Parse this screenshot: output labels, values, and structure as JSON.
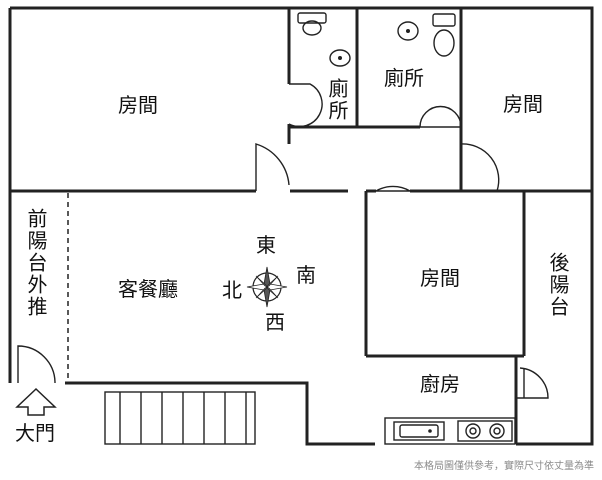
{
  "rooms": {
    "room_top_left": "房間",
    "toilet_small": "廁所",
    "toilet_large": "廁所",
    "room_top_right": "房間",
    "front_balcony": "前陽台外推",
    "living_dining": "客餐廳",
    "room_center": "房間",
    "rear_balcony": "後陽台",
    "kitchen": "廚房",
    "entrance": "大門"
  },
  "compass": {
    "east": "東",
    "south": "南",
    "west": "西",
    "north": "北"
  },
  "disclaimer": "本格局圖僅供參考，實際尺寸依丈量為準",
  "colors": {
    "wall": "#222222",
    "background": "#ffffff",
    "disclaimer": "#8a8a8a",
    "compass_fill": "#555555"
  },
  "icons": [
    "toilet-icon",
    "sink-icon",
    "compass-rose-icon",
    "entrance-arrow-icon",
    "stove-icon",
    "stairs-icon"
  ]
}
